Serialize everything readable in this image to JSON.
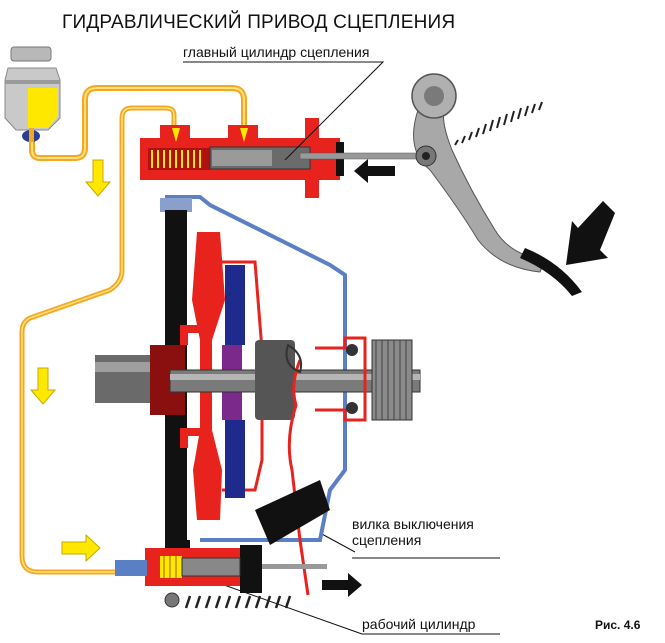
{
  "title": "ГИДРАВЛИЧЕСКИЙ ПРИВОД СЦЕПЛЕНИЯ",
  "labels": {
    "master_cylinder": "главный цилиндр сцепления",
    "release_fork_line1": "вилка выключения",
    "release_fork_line2": "сцепления",
    "slave_cylinder": "рабочий цилиндр"
  },
  "figure_caption": "Рис. 4.6",
  "colors": {
    "fluid_line": "#f5a623",
    "fluid": "#ffe800",
    "housing_red": "#e8231e",
    "clutch_blue": "#1f2b8c",
    "casing_blue": "#5b7fc4",
    "steel": "#9a9a9a",
    "black": "#111111"
  },
  "components": [
    "reservoir",
    "master-cylinder",
    "clutch-pedal",
    "pedal-return-spring",
    "flywheel",
    "pressure-plate",
    "clutch-disc",
    "input-shaft",
    "release-bearing",
    "release-fork",
    "slave-cylinder",
    "fork-return-spring"
  ]
}
